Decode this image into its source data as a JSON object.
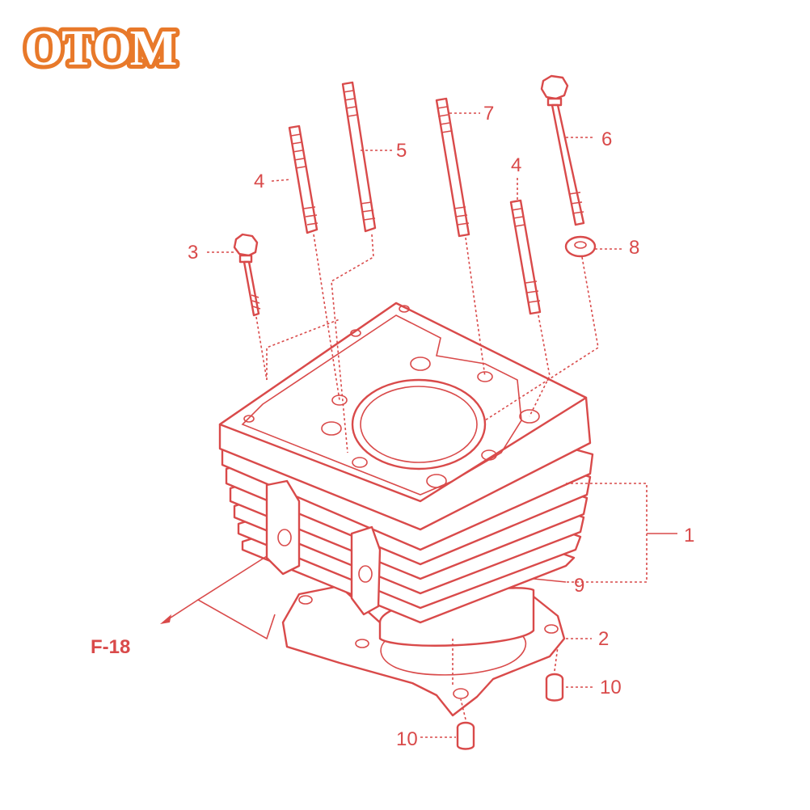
{
  "brand": {
    "logo_text": "OTOM",
    "color": "#e8792a"
  },
  "diagram": {
    "line_color": "#d94a4a",
    "callouts": {
      "c1": "1",
      "c2": "2",
      "c3": "3",
      "c4a": "4",
      "c4b": "4",
      "c5": "5",
      "c6": "6",
      "c7": "7",
      "c8": "8",
      "c9": "9",
      "c10a": "10",
      "c10b": "10"
    },
    "ref": "F-18"
  }
}
